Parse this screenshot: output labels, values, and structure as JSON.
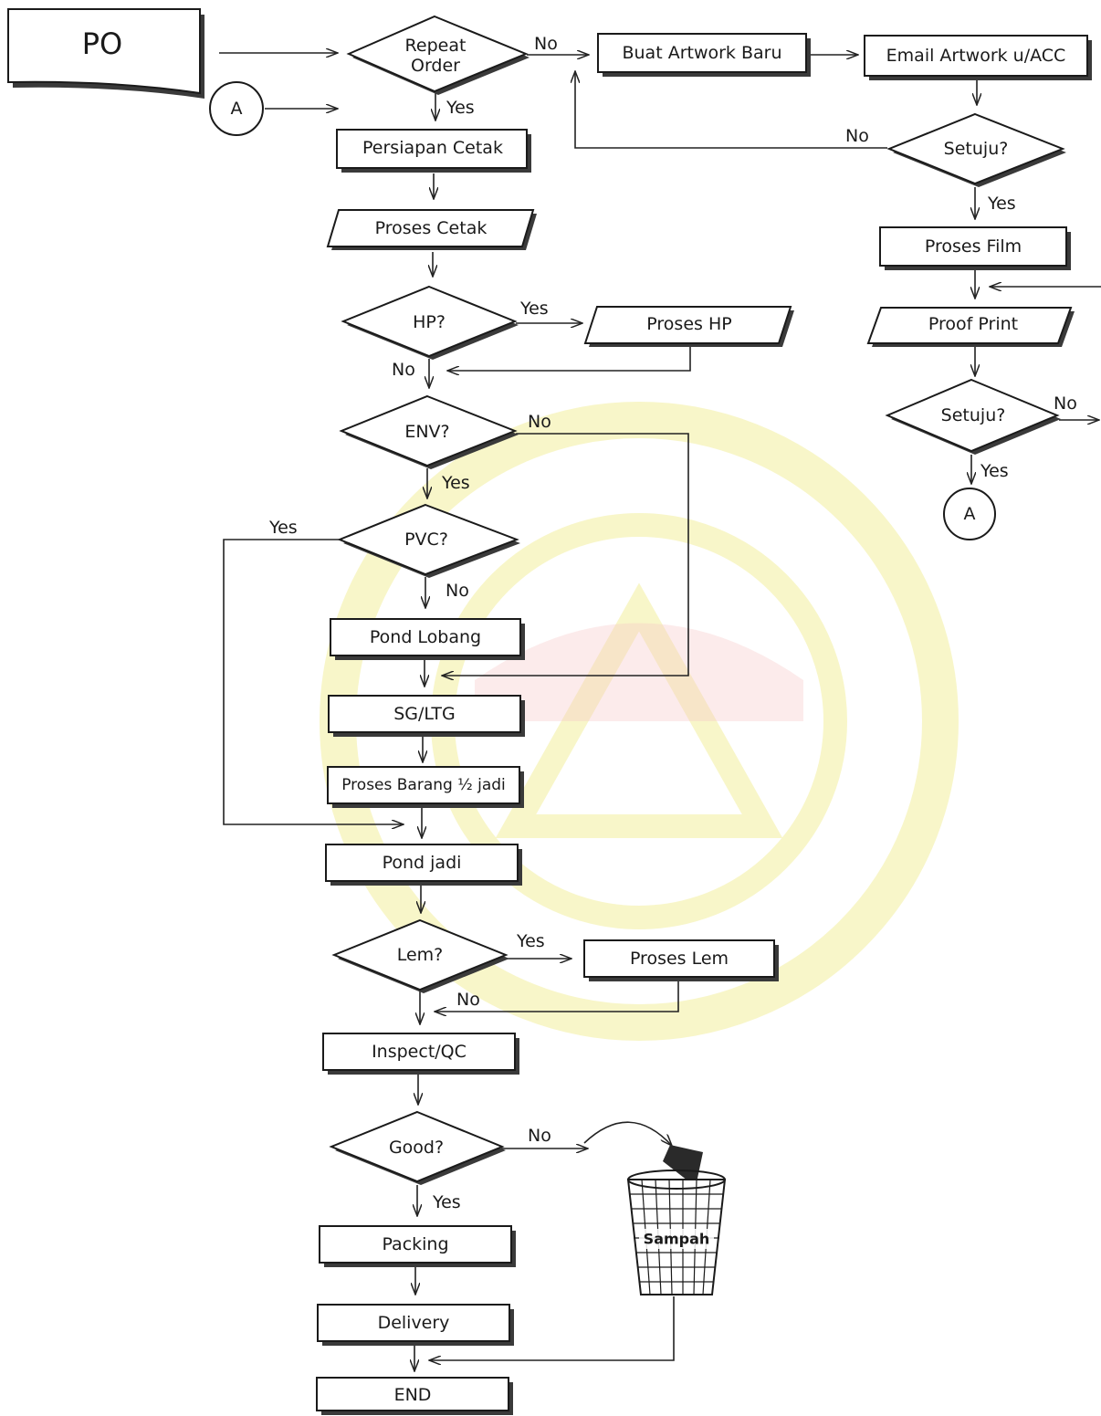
{
  "nodes": {
    "po": "PO",
    "connector_a_left": "A",
    "repeat_order": [
      "Repeat",
      "Order"
    ],
    "buat_artwork_baru": "Buat Artwork Baru",
    "email_artwork": "Email Artwork u/ACC",
    "setuju_1": "Setuju?",
    "proses_film": "Proses Film",
    "proof_print": "Proof Print",
    "setuju_2": "Setuju?",
    "connector_a_right": "A",
    "persiapan_cetak": "Persiapan Cetak",
    "proses_cetak": "Proses Cetak",
    "hp": "HP?",
    "proses_hp": "Proses HP",
    "env": "ENV?",
    "pvc": "PVC?",
    "pond_lobang": "Pond Lobang",
    "sg_ltg": "SG/LTG",
    "proses_barang": "Proses Barang ½ jadi",
    "pond_jadi": "Pond jadi",
    "lem": "Lem?",
    "proses_lem": "Proses Lem",
    "inspect_qc": "Inspect/QC",
    "good": "Good?",
    "sampah": "Sampah",
    "packing": "Packing",
    "delivery": "Delivery",
    "end": "END"
  },
  "edge_labels": {
    "repeat_no": "No",
    "repeat_yes": "Yes",
    "setuju1_no": "No",
    "setuju1_yes": "Yes",
    "setuju2_no": "No",
    "setuju2_yes": "Yes",
    "hp_yes": "Yes",
    "hp_no": "No",
    "env_no": "No",
    "env_yes": "Yes",
    "pvc_yes": "Yes",
    "pvc_no": "No",
    "lem_yes": "Yes",
    "lem_no": "No",
    "good_no": "No",
    "good_yes": "Yes"
  },
  "colors": {
    "line": "#222222",
    "shadow": "#3a3a3a",
    "watermark": "#f3ef9c",
    "watermark_red": "#f6c7c7"
  }
}
